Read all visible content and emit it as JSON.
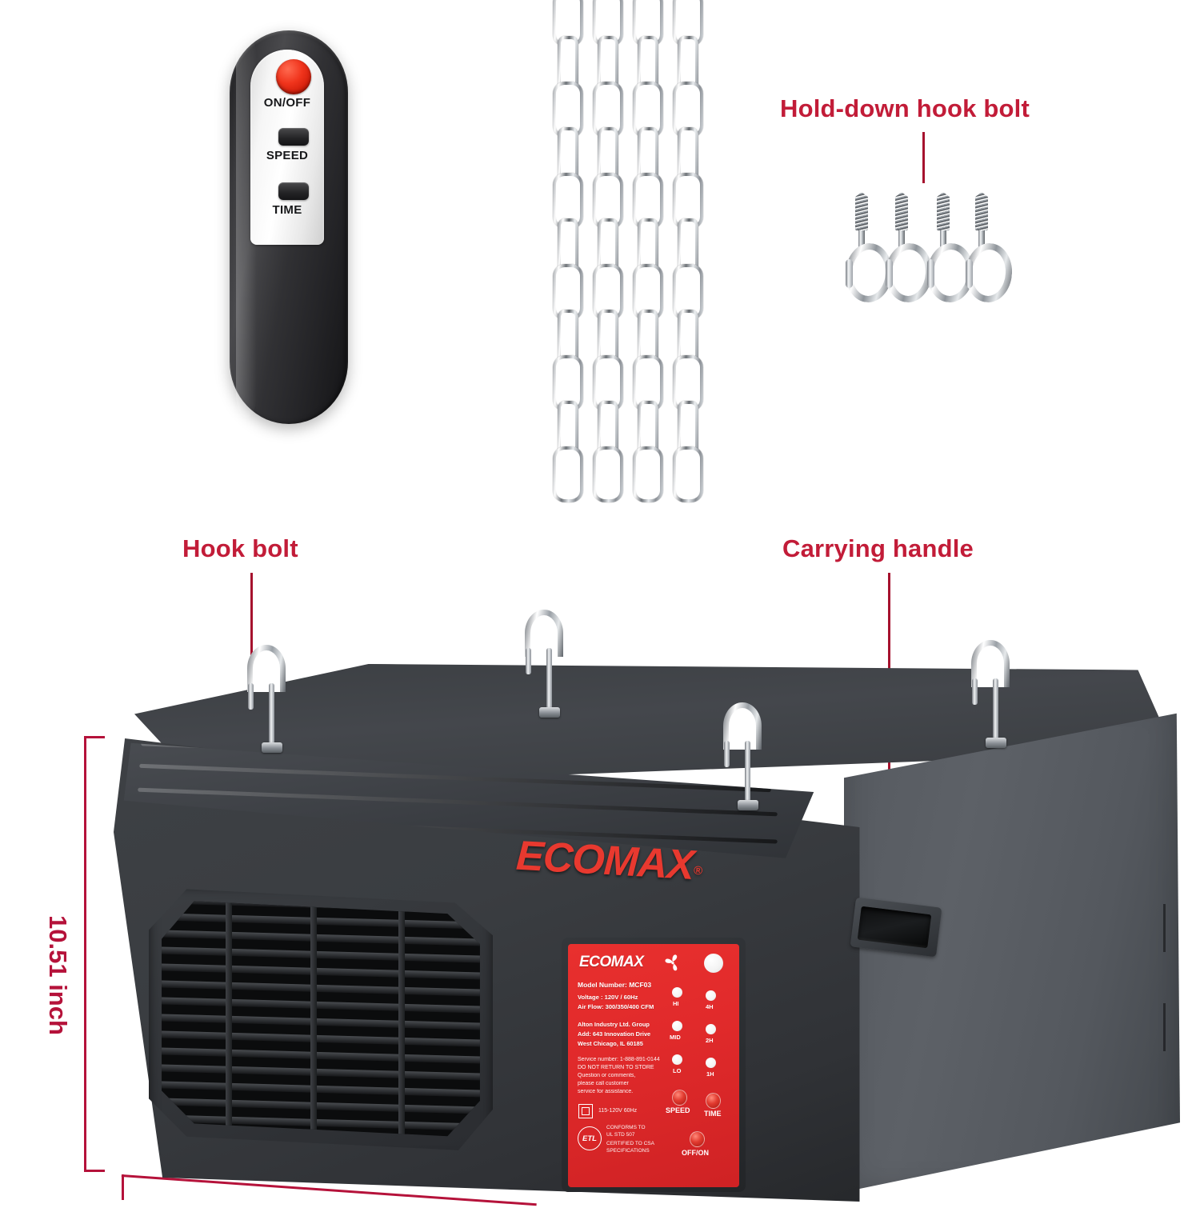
{
  "callouts": {
    "hold_down_hook_bolt": "Hold-down hook bolt",
    "hook_bolt": "Hook bolt",
    "carrying_handle": "Carrying handle"
  },
  "dimensions": {
    "height": "10.51 inch"
  },
  "remote": {
    "power_label": "ON/OFF",
    "speed_label": "SPEED",
    "time_label": "TIME"
  },
  "product": {
    "brand": "ECOMAX",
    "brand_symbol": "®"
  },
  "control_panel": {
    "brand": "ECOMAX",
    "model_line": "Model Number:  MCF03",
    "voltage_line": "Voltage :   120V / 60Hz",
    "airflow_line": "Air Flow:  300/350/400 CFM",
    "company": "Alton Industry Ltd. Group",
    "address1": "Add: 643 Innovation Drive",
    "address2": "West Chicago, IL 60185",
    "service_line1": "Service number:  1-888-891-0144",
    "service_line2": "DO NOT RETURN TO STORE",
    "service_line3": "Question or comments,",
    "service_line4": "please call customer",
    "service_line5": "service for assistance.",
    "rating": "115-120V  60Hz",
    "etl_mark": "ETL",
    "etl_line1": "CONFORMS TO",
    "etl_line2": "UL STD 507",
    "etl_line3": "CERTIFIED TO CSA",
    "etl_line4": "SPECIFICATIONS",
    "speed_leds": [
      "HI",
      "MID",
      "LO"
    ],
    "timer_leds": [
      "4H",
      "2H",
      "1H"
    ],
    "buttons": [
      "SPEED",
      "TIME",
      "OFF/ON"
    ]
  },
  "colors": {
    "accent_red": "#C21C38",
    "panel_red": "#E12A2B",
    "logo_red": "#E8392F",
    "body_dark": "#3a3d41",
    "body_light": "#5d6167"
  },
  "parts": {
    "chain_count": 4,
    "screw_hook_count": 4,
    "mounted_hook_count": 4
  }
}
